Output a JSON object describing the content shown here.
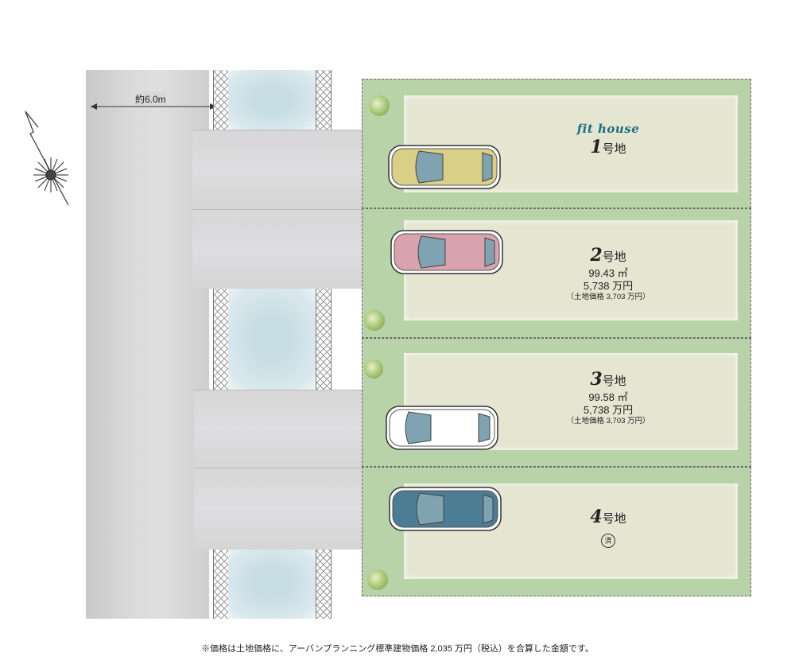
{
  "road": {
    "width_label": "約6.0m"
  },
  "brand": "fit house",
  "lots": [
    {
      "number": "1",
      "suffix": "号地",
      "area": "",
      "price": "",
      "land_price": "",
      "sold_mark": ""
    },
    {
      "number": "2",
      "suffix": "号地",
      "area": "99.43 ㎡",
      "price": "5,738 万円",
      "land_price": "（土地価格 3,703 万円）",
      "sold_mark": ""
    },
    {
      "number": "3",
      "suffix": "号地",
      "area": "99.58 ㎡",
      "price": "5,738 万円",
      "land_price": "（土地価格 3,703 万円）",
      "sold_mark": ""
    },
    {
      "number": "4",
      "suffix": "号地",
      "area": "",
      "price": "",
      "land_price": "",
      "sold_mark": "済"
    }
  ],
  "cars": [
    {
      "color": "#d9cf86"
    },
    {
      "color": "#d9a3ad"
    },
    {
      "color": "#ffffff"
    },
    {
      "color": "#4d7c95"
    }
  ],
  "footnote": "※価格は土地価格に、アーバンプランニング標準建物価格 2,035 万円（税込）を合算した金額です。"
}
